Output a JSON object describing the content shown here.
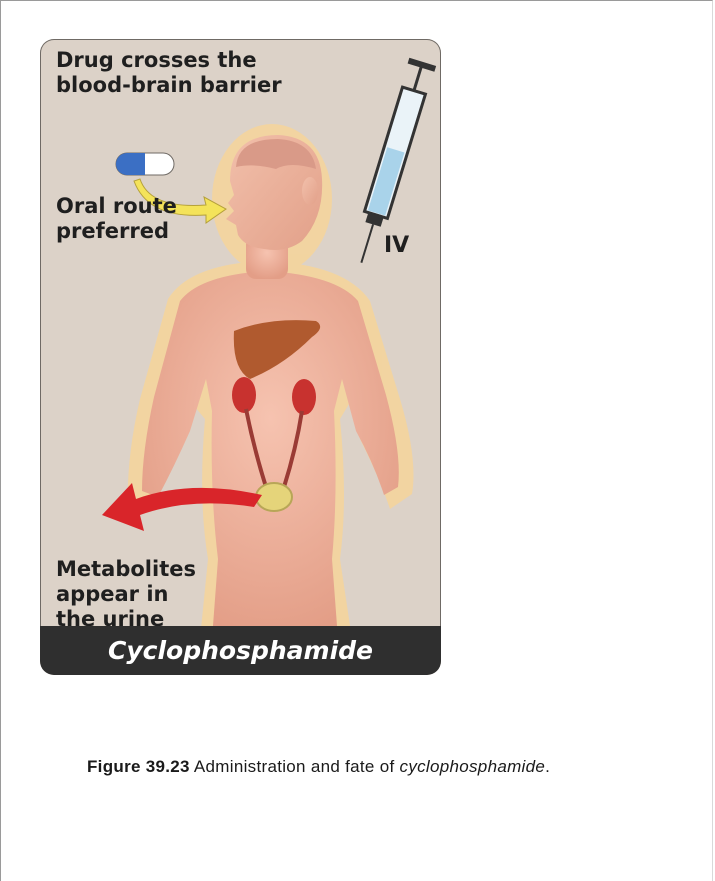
{
  "figure": {
    "labels": {
      "bbb": [
        "Drug crosses the",
        "blood-brain barrier"
      ],
      "oral": [
        "Oral route",
        "preferred"
      ],
      "iv": "IV",
      "metabolites": [
        "Metabolites",
        "appear in",
        "the urine"
      ]
    },
    "drug_name": "Cyclophosphamide"
  },
  "caption": {
    "figure_number": "Figure 39.23",
    "text": "Administration and fate of",
    "drug": "cyclophosphamide",
    "end": "."
  },
  "colors": {
    "panel_bg": "#dcd2c8",
    "body_skin": "#e6a48d",
    "halo": "#f6d59a",
    "arrow_red": "#d9252a",
    "arrow_yellow": "#f4e35a",
    "name_bar": "#2f2f2f"
  }
}
